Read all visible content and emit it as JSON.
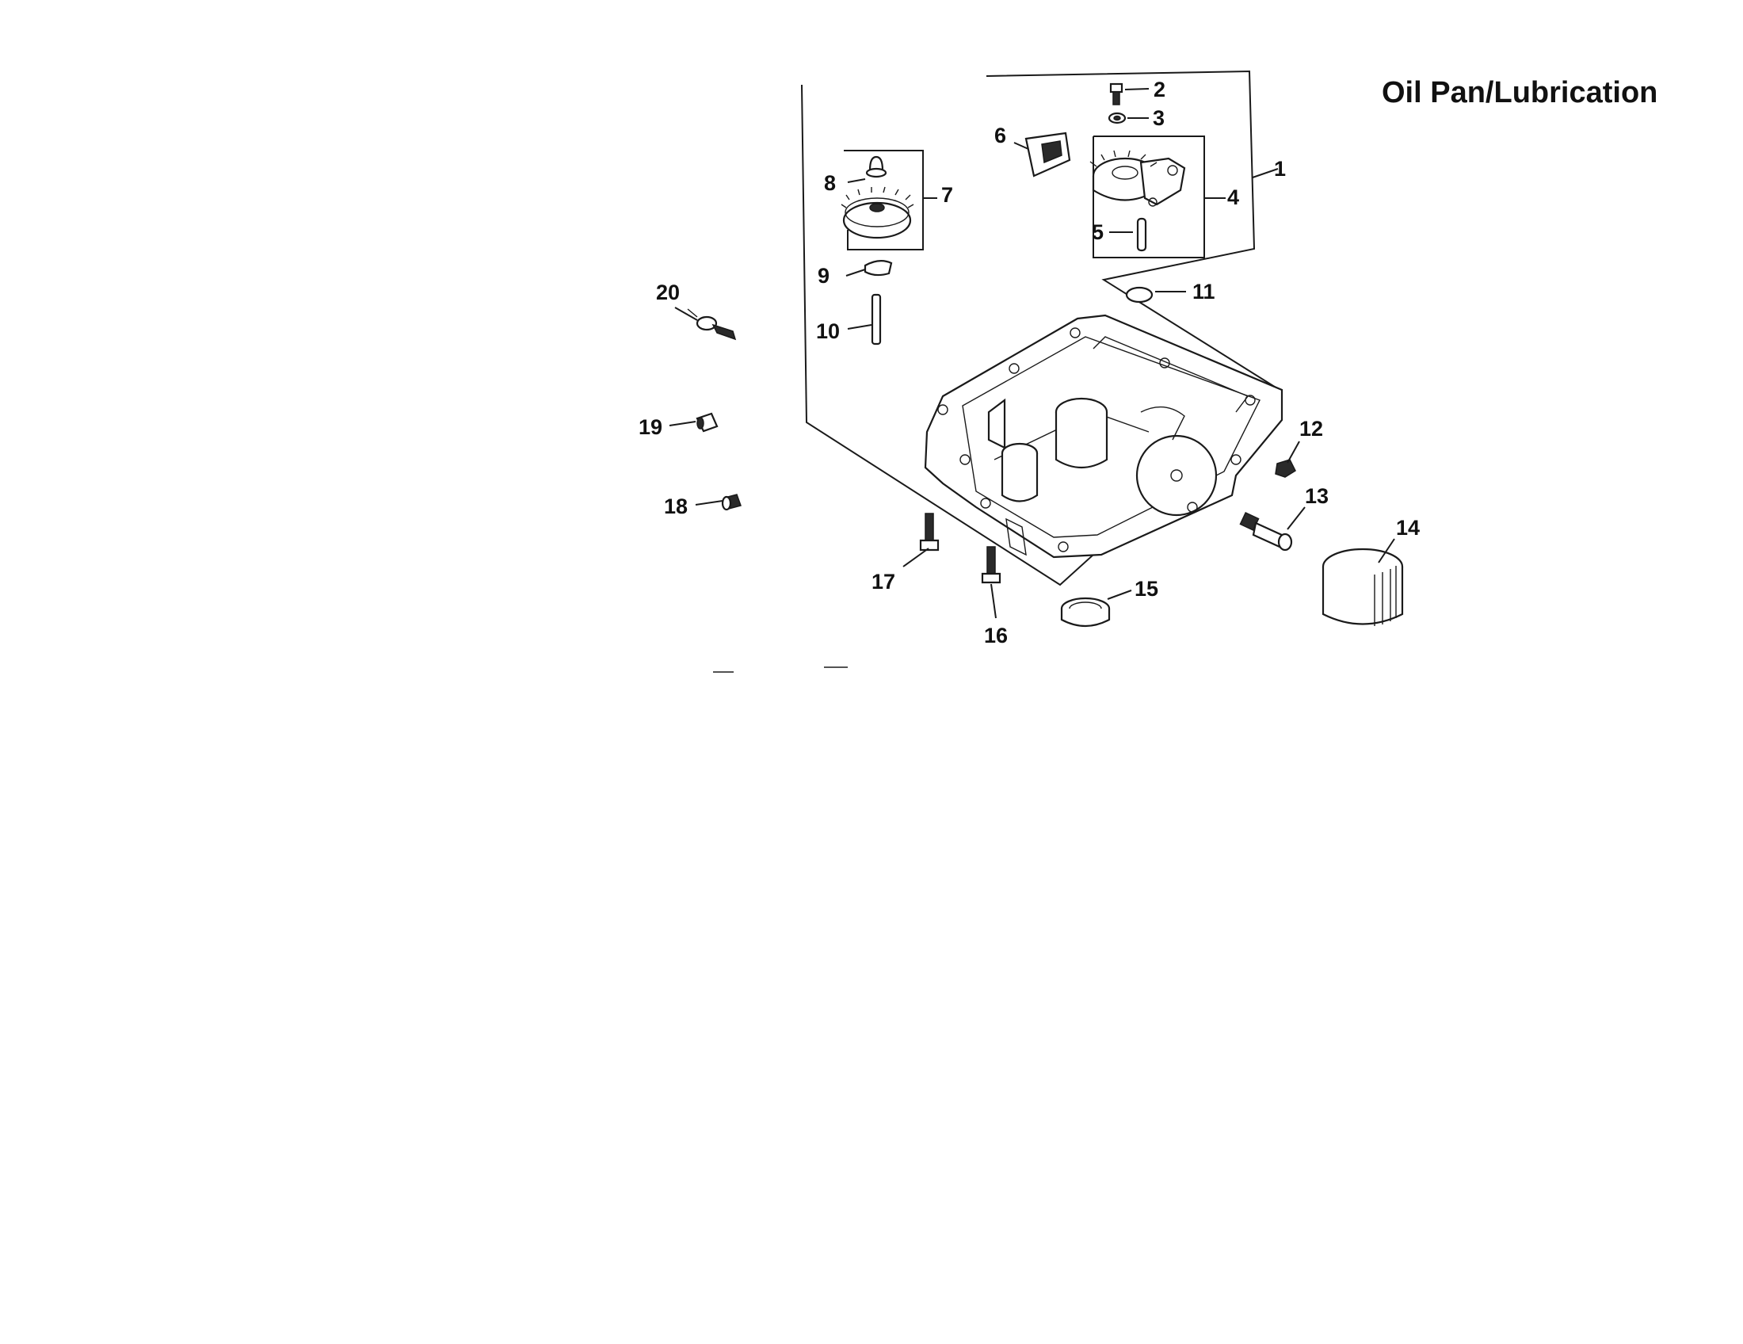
{
  "title": "Oil Pan/Lubrication",
  "callouts": [
    "1",
    "2",
    "3",
    "4",
    "5",
    "6",
    "7",
    "8",
    "9",
    "10",
    "11",
    "12",
    "13",
    "14",
    "15",
    "16",
    "17",
    "18",
    "19",
    "20"
  ]
}
